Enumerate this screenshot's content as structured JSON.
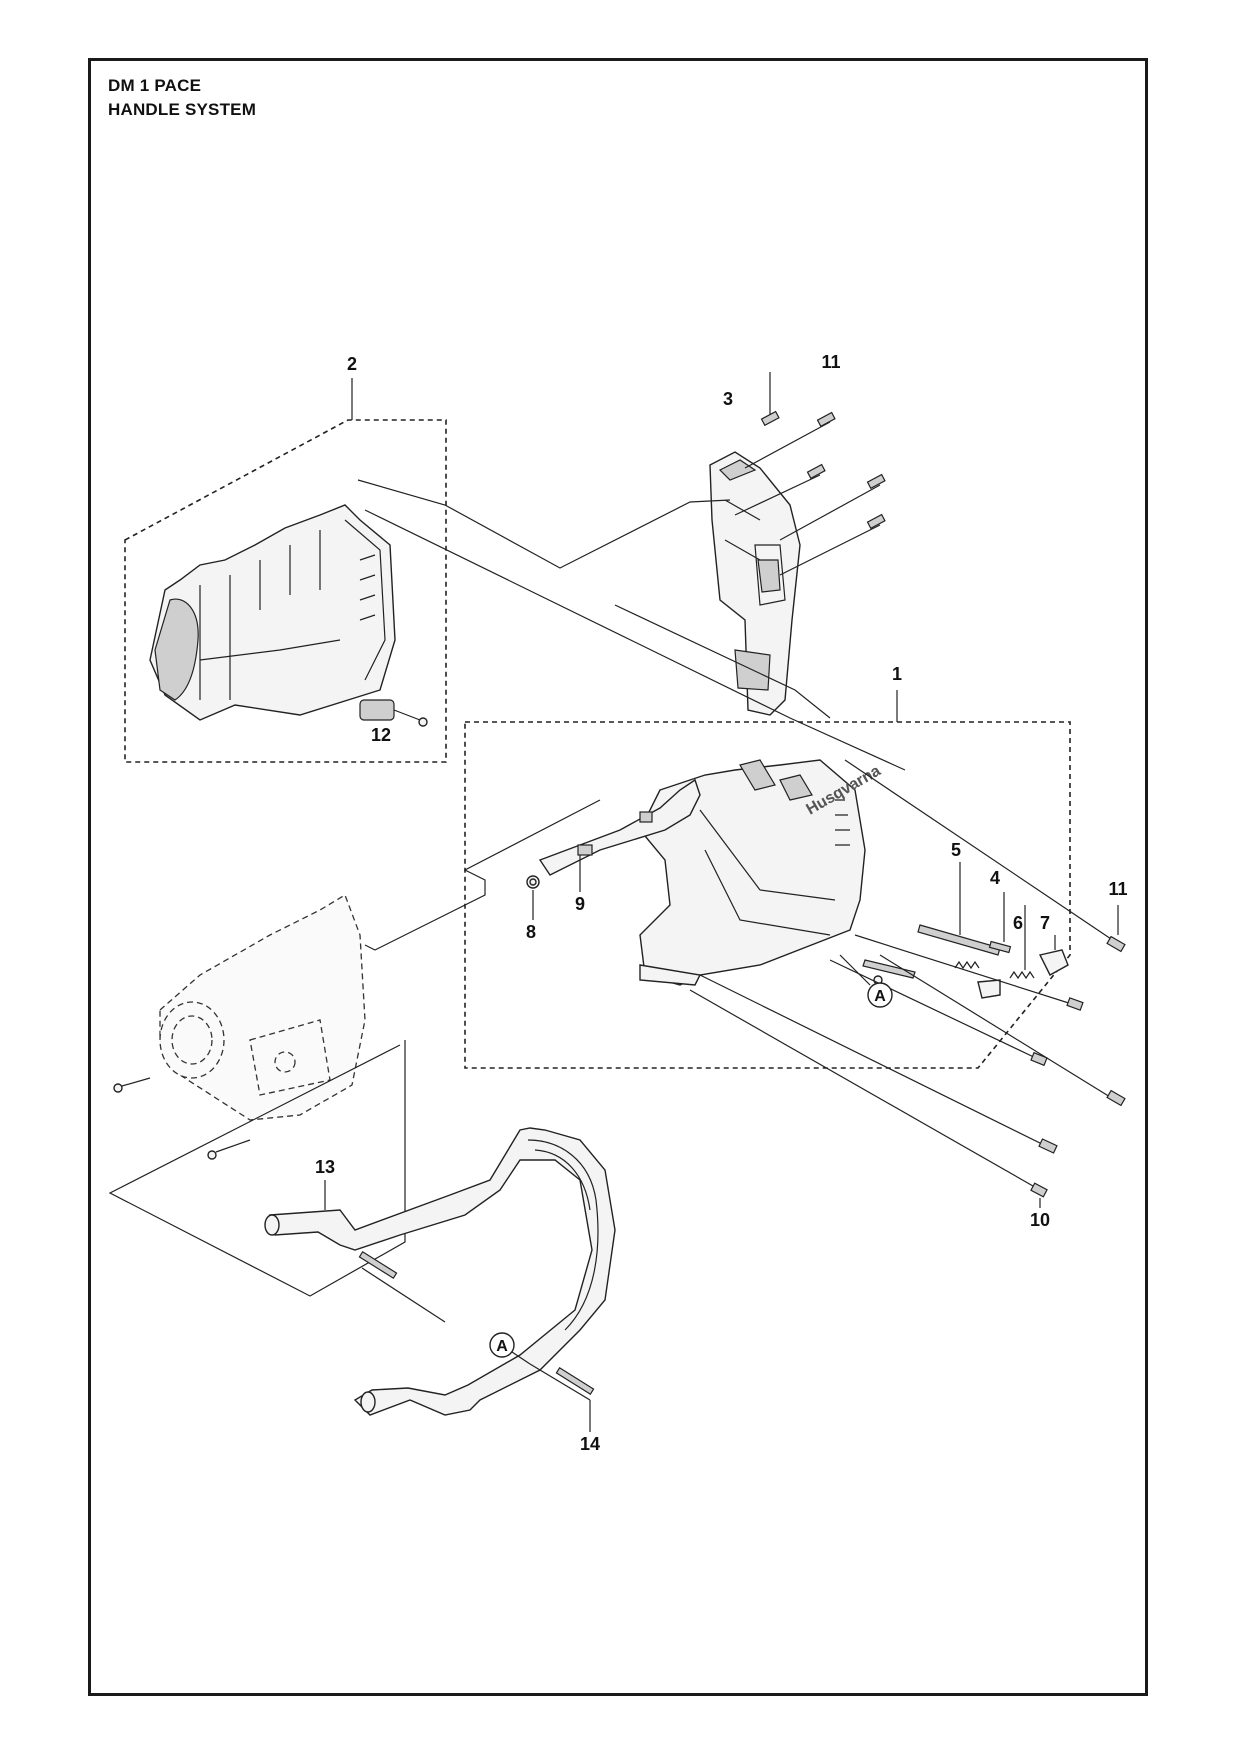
{
  "header": {
    "model": "DM 1 PACE",
    "section": "HANDLE SYSTEM"
  },
  "callouts": {
    "c1": "1",
    "c2": "2",
    "c3": "3",
    "c4": "4",
    "c5": "5",
    "c6": "6",
    "c7": "7",
    "c8": "8",
    "c9": "9",
    "c10": "10",
    "c11a": "11",
    "c11b": "11",
    "c12": "12",
    "c13": "13",
    "c14": "14"
  },
  "references": {
    "a1": "A",
    "a2": "A"
  },
  "brand_mark": "Husqvarna"
}
